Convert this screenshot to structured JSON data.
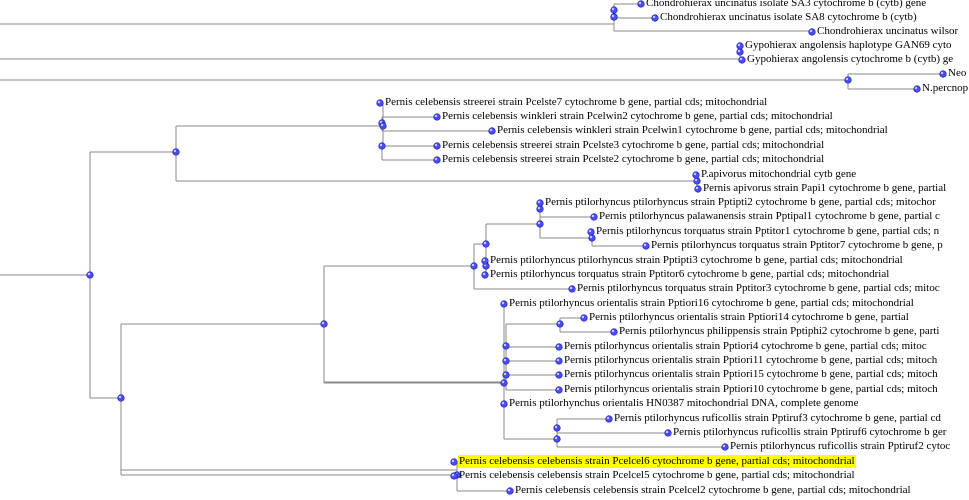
{
  "colors": {
    "background": "#ffffff",
    "edge": "#8a8a8a",
    "node_fill": "#4a4cff",
    "node_stroke": "#1a1aa0",
    "node_highlight": "#c8caff",
    "selection": "#ffff00",
    "text": "#000000"
  },
  "icons": {
    "node": "circle-node-icon"
  },
  "selected_leaf": "Pernis celebensis celebensis strain Pcelcel6 cytochrome b gene, partial cds; mitochondrial",
  "leaves": [
    "Chondrohierax uncinatus isolate SA3 cytochrome b (cytb) gene",
    "Chondrohierax uncinatus isolate SA8 cytochrome b (cytb)",
    "Chondrohierax uncinatus wilsor",
    "Gypohierax angolensis haplotype GAN69 cyto",
    "Gypohierax angolensis cytochrome b (cytb) ge",
    "Neo",
    "N.percnop",
    "Pernis celebensis streerei strain Pcelste7 cytochrome b gene, partial cds; mitochondrial",
    "Pernis celebensis winkleri strain Pcelwin2 cytochrome b gene, partial cds; mitochondrial",
    "Pernis celebensis winkleri strain Pcelwin1 cytochrome b gene, partial cds; mitochondrial",
    "Pernis celebensis streerei strain Pcelste3 cytochrome b gene, partial cds; mitochondrial",
    "Pernis celebensis streerei strain Pcelste2 cytochrome b gene, partial cds; mitochondrial",
    "P.apivorus mitochondrial cytb gene",
    "Pernis apivorus strain Papi1 cytochrome b gene, partial",
    "Pernis ptilorhyncus ptilorhyncus strain Pptipti2 cytochrome b gene, partial cds; mitochor",
    "Pernis ptilorhyncus palawanensis strain Pptipal1 cytochrome b gene, partial c",
    "Pernis ptilorhyncus torquatus strain Pptitor1 cytochrome b gene, partial cds; n",
    "Pernis ptilorhyncus torquatus strain Pptitor7 cytochrome b gene, p",
    "Pernis ptilorhyncus ptilorhyncus strain Pptipti3 cytochrome b gene, partial cds; mitochondrial",
    "Pernis ptilorhyncus torquatus strain Pptitor6 cytochrome b gene, partial cds; mitochondrial",
    "Pernis ptilorhyncus torquatus strain Pptitor3 cytochrome b gene, partial cds; mitoc",
    "Pernis ptilorhyncus orientalis strain Pptiori16 cytochrome b gene, partial cds; mitochondrial",
    "Pernis ptilorhyncus orientalis strain Pptiori14 cytochrome b gene, partial",
    "Pernis ptilorhyncus philippensis strain Pptiphi2 cytochrome b gene, parti",
    "Pernis ptilorhyncus orientalis strain Pptiori4 cytochrome b gene, partial cds; mitoc",
    "Pernis ptilorhyncus orientalis strain Pptiori11 cytochrome b gene, partial cds; mitoch",
    "Pernis ptilorhyncus orientalis strain Pptiori15 cytochrome b gene, partial cds; mitoch",
    "Pernis ptilorhyncus orientalis strain Pptiori10 cytochrome b gene, partial cds; mitoch",
    "Pernis ptilorhynchus orientalis HN0387 mitochondrial DNA, complete genome",
    "Pernis ptilorhyncus ruficollis strain Pptiruf3 cytochrome b gene, partial cd",
    "Pernis ptilorhyncus ruficollis strain Pptiruf6 cytochrome b ger",
    "Pernis ptilorhyncus ruficollis strain Pptiruf2 cytoc",
    "Pernis celebensis celebensis strain Pcelcel6 cytochrome b gene, partial cds; mitochondrial",
    "Pernis celebensis celebensis strain Pcelcel5 cytochrome b gene, partial cds; mitochondrial",
    "Pernis celebensis celebensis strain Pcelcel2 cytochrome b gene, partial cds; mitochondrial"
  ]
}
